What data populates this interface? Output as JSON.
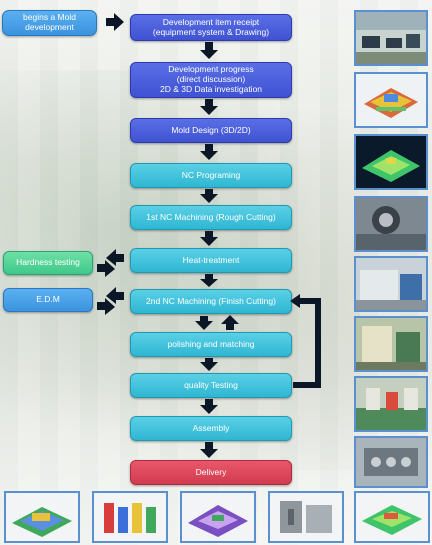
{
  "start_label": "begins a Mold development",
  "steps": [
    {
      "key": "receipt",
      "lines": [
        "Development item receipt",
        "(equipment system & Drawing)"
      ]
    },
    {
      "key": "progress",
      "lines": [
        "Development progress",
        "(direct discussion)",
        "2D & 3D Data investigation"
      ]
    },
    {
      "key": "design",
      "lines": [
        "Mold Design (3D/2D)"
      ]
    },
    {
      "key": "nc",
      "lines": [
        "NC Programing"
      ]
    },
    {
      "key": "rough",
      "lines": [
        "1st NC Machining (Rough Cutting)"
      ]
    },
    {
      "key": "heat",
      "lines": [
        "Heat-treatment"
      ]
    },
    {
      "key": "finish",
      "lines": [
        "2nd NC Machining (Finish Cutting)"
      ]
    },
    {
      "key": "polish",
      "lines": [
        "polishing and matching"
      ]
    },
    {
      "key": "quality",
      "lines": [
        "quality Testing"
      ]
    },
    {
      "key": "assembly",
      "lines": [
        "Assembly"
      ]
    },
    {
      "key": "delivery",
      "lines": [
        "Delivery"
      ]
    }
  ],
  "side_steps": {
    "hardness": "Hardness testing",
    "edm": "E.D.M"
  },
  "colors": {
    "blue": "#3f52d2",
    "cyan": "#2fb6d2",
    "green": "#3ec88a",
    "sky": "#3b93df",
    "red": "#d23b50",
    "arrow": "#0b1626"
  },
  "thumbnails_right": [
    "office-photo",
    "mold-3d-render",
    "mold-3d-render-green",
    "machining-photo",
    "machine-photo",
    "machine-photo",
    "workshop-photo",
    "workshop-photo",
    "assembly-photo"
  ],
  "thumbnails_bottom": [
    "mold-3d-render",
    "mold-3d-render",
    "mold-3d-render",
    "mold-3d-render-gray",
    "mold-3d-render-green"
  ]
}
